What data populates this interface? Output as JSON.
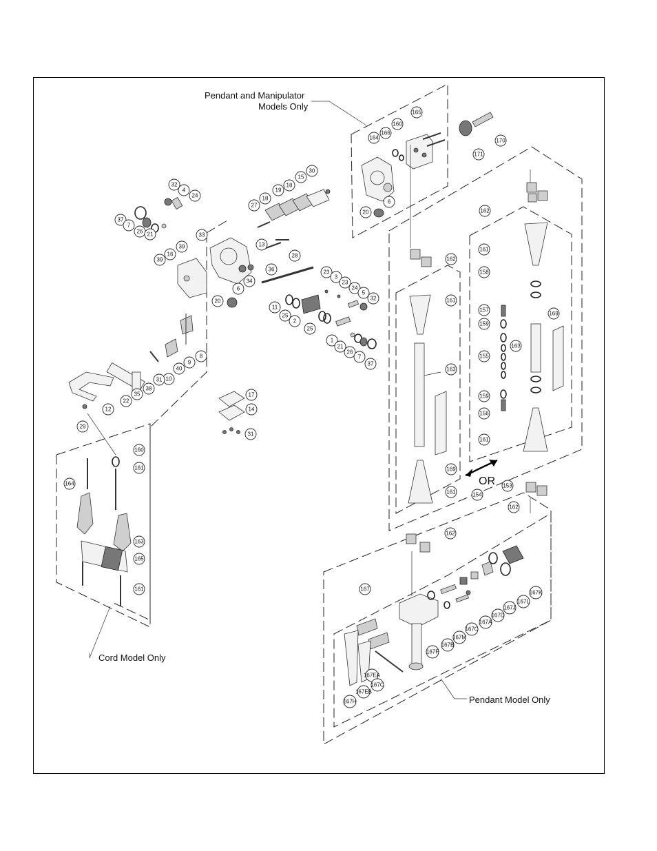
{
  "callouts": {
    "pendant_and_manipulator_line1": "Pendant and Manipulator",
    "pendant_and_manipulator_line2": "Models Only",
    "cord_model_only": "Cord Model Only",
    "pendant_model_only": "Pendant Model Only",
    "or": "OR"
  },
  "part_numbers": {
    "top_group": [
      "164",
      "166",
      "160",
      "165",
      "170",
      "171",
      "20",
      "6"
    ],
    "valve_group": [
      "32",
      "4",
      "24",
      "37",
      "7",
      "26",
      "21",
      "33",
      "16",
      "39",
      "39",
      "6",
      "34",
      "20",
      "36",
      "13",
      "28",
      "27",
      "18",
      "19",
      "18",
      "15",
      "30"
    ],
    "spool_group": [
      "23",
      "3",
      "23",
      "24",
      "5",
      "32",
      "11",
      "25",
      "2",
      "25",
      "1",
      "21",
      "26",
      "7",
      "37"
    ],
    "handle_group": [
      "8",
      "9",
      "40",
      "10",
      "31",
      "38",
      "35",
      "22",
      "12",
      "29"
    ],
    "cover_group": [
      "17",
      "14",
      "31"
    ],
    "cord_group": [
      "160",
      "161",
      "164",
      "163",
      "165",
      "161"
    ],
    "pendant_group": [
      "162",
      "162",
      "161",
      "163",
      "169",
      "161",
      "154",
      "161",
      "158",
      "157",
      "159",
      "155",
      "163",
      "169",
      "159",
      "156",
      "161",
      "153",
      "162"
    ],
    "pendant_valve_group": [
      "162",
      "167",
      "167K",
      "167L",
      "167J",
      "167D",
      "167A",
      "167C",
      "167M",
      "167B",
      "167F",
      "167EA",
      "167C",
      "167EB",
      "167H"
    ]
  }
}
